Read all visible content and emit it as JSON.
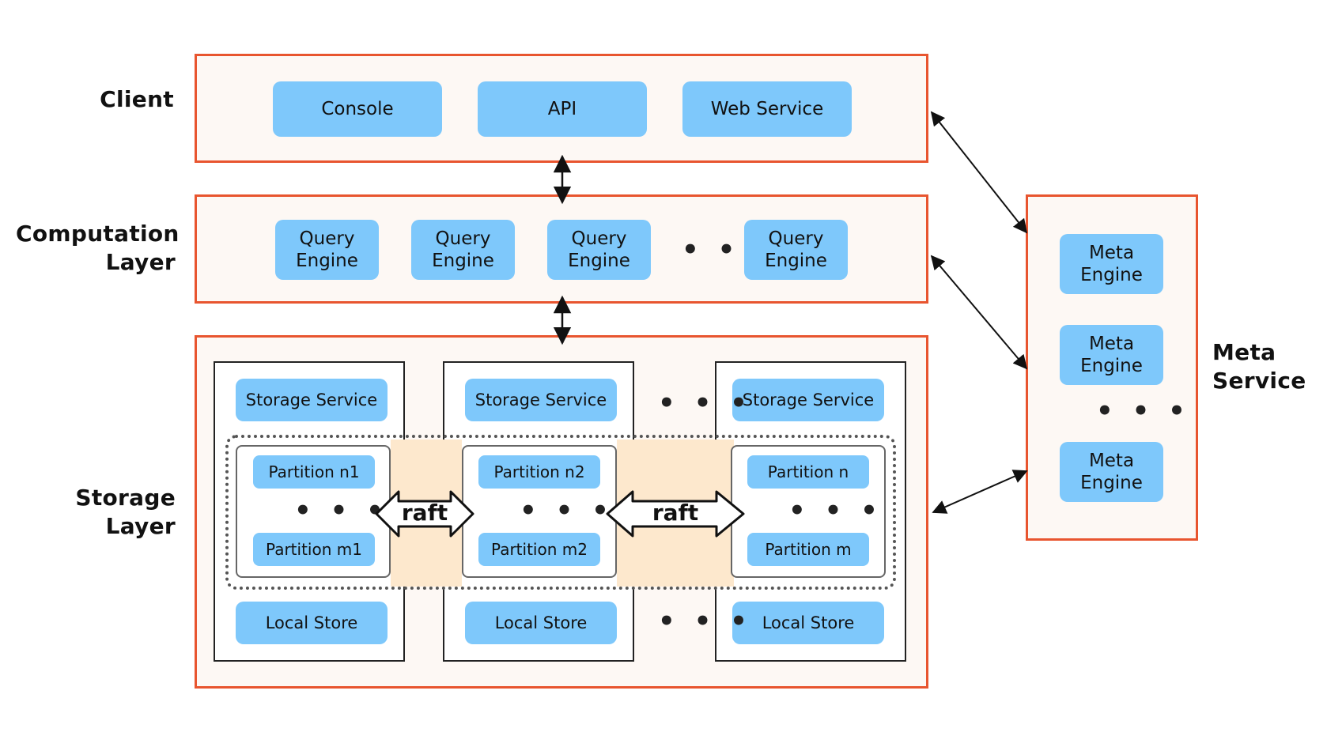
{
  "colors": {
    "layer_border": "#e8552f",
    "layer_fill": "#fdf8f4",
    "chip": "#7ec8fb",
    "raft_band": "#fde8cd"
  },
  "labels": {
    "client": "Client",
    "computation": [
      "Computation",
      "Layer"
    ],
    "storage": [
      "Storage",
      "Layer"
    ],
    "meta": [
      "Meta",
      "Service"
    ]
  },
  "client": {
    "items": [
      "Console",
      "API",
      "Web Service"
    ]
  },
  "computation": {
    "engine": [
      "Query",
      "Engine"
    ],
    "ellipsis": "• • •"
  },
  "storage": {
    "service": "Storage Service",
    "local_store": "Local Store",
    "ellipsis": "• • •",
    "nodes": [
      {
        "top": "Partition n1",
        "bottom": "Partition m1"
      },
      {
        "top": "Partition n2",
        "bottom": "Partition m2"
      },
      {
        "top": "Partition n",
        "bottom": "Partition m"
      }
    ],
    "raft": "raft"
  },
  "meta": {
    "engine": [
      "Meta",
      "Engine"
    ],
    "ellipsis": "• • •"
  }
}
